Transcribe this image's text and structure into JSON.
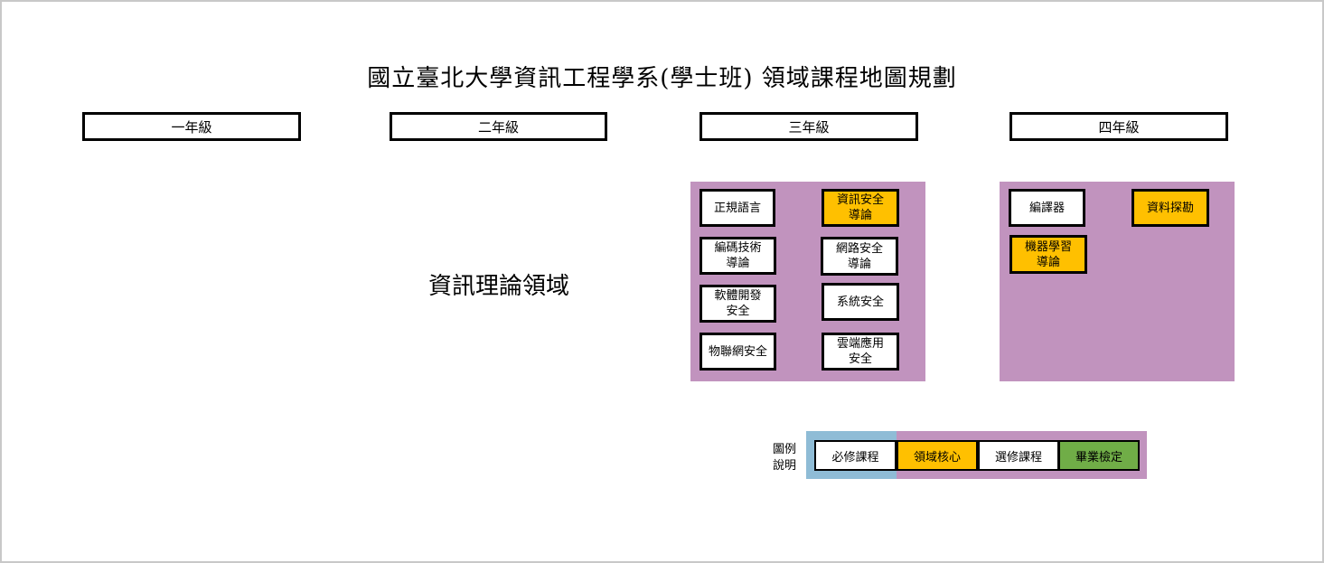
{
  "page": {
    "title": "國立臺北大學資訊工程學系(學士班) 領域課程地圖規劃"
  },
  "years": [
    "一年級",
    "二年級",
    "三年級",
    "四年級"
  ],
  "domain": {
    "label": "資訊理論領域"
  },
  "third_year_courses": [
    {
      "name": "正規語言",
      "type": "required"
    },
    {
      "name": "資訊安全\n導論",
      "type": "core"
    },
    {
      "name": "編碼技術\n導論",
      "type": "elective"
    },
    {
      "name": "網路安全\n導論",
      "type": "elective"
    },
    {
      "name": "軟體開發\n安全",
      "type": "elective"
    },
    {
      "name": "系統安全",
      "type": "elective"
    },
    {
      "name": "物聯網安全",
      "type": "elective"
    },
    {
      "name": "雲端應用\n安全",
      "type": "elective"
    }
  ],
  "fourth_year_courses": [
    {
      "name": "編譯器",
      "type": "elective"
    },
    {
      "name": "資料探勘",
      "type": "core"
    },
    {
      "name": "機器學習\n導論",
      "type": "core"
    }
  ],
  "legend": {
    "title": "圖例\n說明",
    "items": [
      {
        "label": "必修課程",
        "color": "#ffffff"
      },
      {
        "label": "領域核心",
        "color": "#ffc000"
      },
      {
        "label": "選修課程",
        "color": "#ffffff"
      },
      {
        "label": "畢業檢定",
        "color": "#70ad47"
      }
    ]
  },
  "colors": {
    "panel": "#c193be",
    "core": "#ffc000",
    "required_bg": "#8fbcd6",
    "graduation": "#70ad47"
  }
}
